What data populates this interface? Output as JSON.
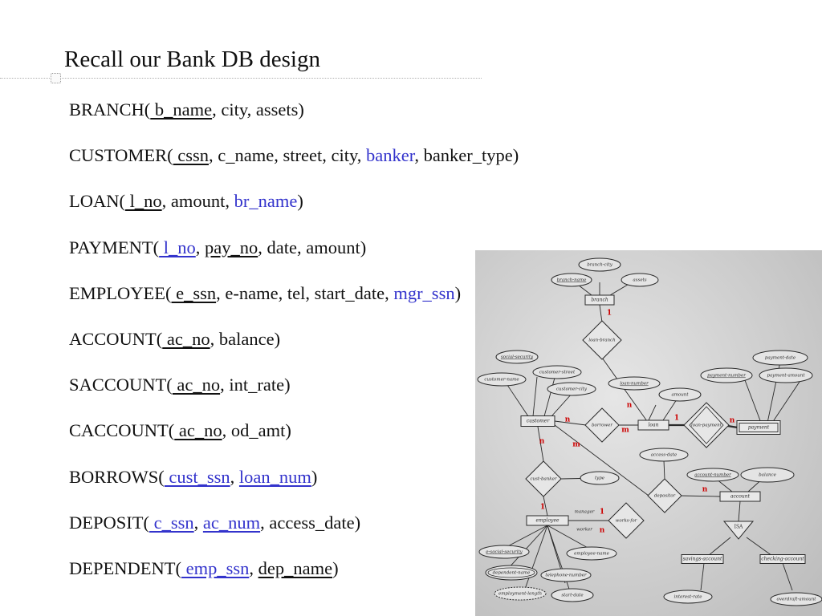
{
  "page": {
    "title": "Recall our Bank DB design"
  },
  "schema": [
    {
      "table": "BRANCH",
      "attrs": [
        {
          "text": " b_name",
          "key": true,
          "fk": false
        },
        {
          "text": "city"
        },
        {
          "text": "assets"
        }
      ]
    },
    {
      "table": "CUSTOMER",
      "attrs": [
        {
          "text": " cssn",
          "key": true
        },
        {
          "text": "c_name"
        },
        {
          "text": "street"
        },
        {
          "text": "city"
        },
        {
          "text": "banker",
          "fk": true
        },
        {
          "text": "banker_type"
        }
      ]
    },
    {
      "table": "LOAN",
      "attrs": [
        {
          "text": " l_no",
          "key": true
        },
        {
          "text": "amount"
        },
        {
          "text": "br_name",
          "fk": true
        }
      ]
    },
    {
      "table": "PAYMENT",
      "attrs": [
        {
          "text": " l_no",
          "key": true,
          "fk": true
        },
        {
          "text": "pay_no",
          "key": true
        },
        {
          "text": "date"
        },
        {
          "text": "amount"
        }
      ]
    },
    {
      "table": "EMPLOYEE",
      "attrs": [
        {
          "text": " e_ssn",
          "key": true
        },
        {
          "text": "e-name"
        },
        {
          "text": "tel"
        },
        {
          "text": "start_date"
        },
        {
          "text": "mgr_ssn",
          "fk": true
        }
      ]
    },
    {
      "table": "ACCOUNT",
      "attrs": [
        {
          "text": " ac_no",
          "key": true
        },
        {
          "text": "balance"
        }
      ]
    },
    {
      "table": "SACCOUNT",
      "attrs": [
        {
          "text": " ac_no",
          "key": true
        },
        {
          "text": "int_rate"
        }
      ]
    },
    {
      "table": "CACCOUNT",
      "attrs": [
        {
          "text": " ac_no",
          "key": true
        },
        {
          "text": "od_amt"
        }
      ]
    },
    {
      "table": "BORROWS",
      "attrs": [
        {
          "text": " cust_ssn",
          "key": true,
          "fk": true
        },
        {
          "text": "loan_num",
          "key": true,
          "fk": true
        }
      ]
    },
    {
      "table": "DEPOSIT",
      "attrs": [
        {
          "text": " c_ssn",
          "key": true,
          "fk": true
        },
        {
          "text": "ac_num",
          "key": true,
          "fk": true
        },
        {
          "text": "access_date"
        }
      ]
    },
    {
      "table": "DEPENDENT",
      "attrs": [
        {
          "text": " emp_ssn",
          "key": true,
          "fk": true
        },
        {
          "text": "dep_name",
          "key": true
        }
      ]
    }
  ],
  "erd": {
    "entities": [
      "branch",
      "loan",
      "payment",
      "customer",
      "employee",
      "account"
    ],
    "relationships": [
      "loan-branch",
      "borrower",
      "loan-payment",
      "cust-banker",
      "works-for",
      "depositor"
    ],
    "isa": "ISA",
    "attributes": {
      "branch": [
        "branch-city",
        "branch-name",
        "assets"
      ],
      "loan": [
        "loan-number",
        "amount"
      ],
      "payment": [
        "payment-date",
        "payment-number",
        "payment-amount"
      ],
      "customer": [
        "social-security",
        "customer-street",
        "customer-name",
        "customer-city"
      ],
      "cust_banker": [
        "type"
      ],
      "depositor": [
        "access-date"
      ],
      "account": [
        "account-number",
        "balance"
      ],
      "employee": [
        "e-social-security",
        "employee-name",
        "dependent-name",
        "telephone-number",
        "employment-length",
        "start-date"
      ],
      "isa_children": [
        "savings-account",
        "checking-account"
      ],
      "isa_child_attrs": [
        "interest-rate",
        "overdraft-amount"
      ]
    },
    "role_labels": {
      "manager": "manager",
      "worker": "worker"
    },
    "cardinality_labels": {
      "branch_loan_branch": "1",
      "borrower_customer": "n",
      "borrower_loan": "m",
      "loan_payment_from_loan": "1",
      "loan_payment_to_payment": "n",
      "cust_banker_customer": "n",
      "depositor_customer": "m",
      "depositor_account": "n",
      "cust_banker_employee": "1",
      "works_for_manager": "1",
      "works_for_worker": "n",
      "borrower_loan_upper": "n"
    },
    "colors": {
      "background": "#d4d4d4",
      "ink": "#2a2a2a",
      "cardinality": "#cc0000"
    }
  }
}
